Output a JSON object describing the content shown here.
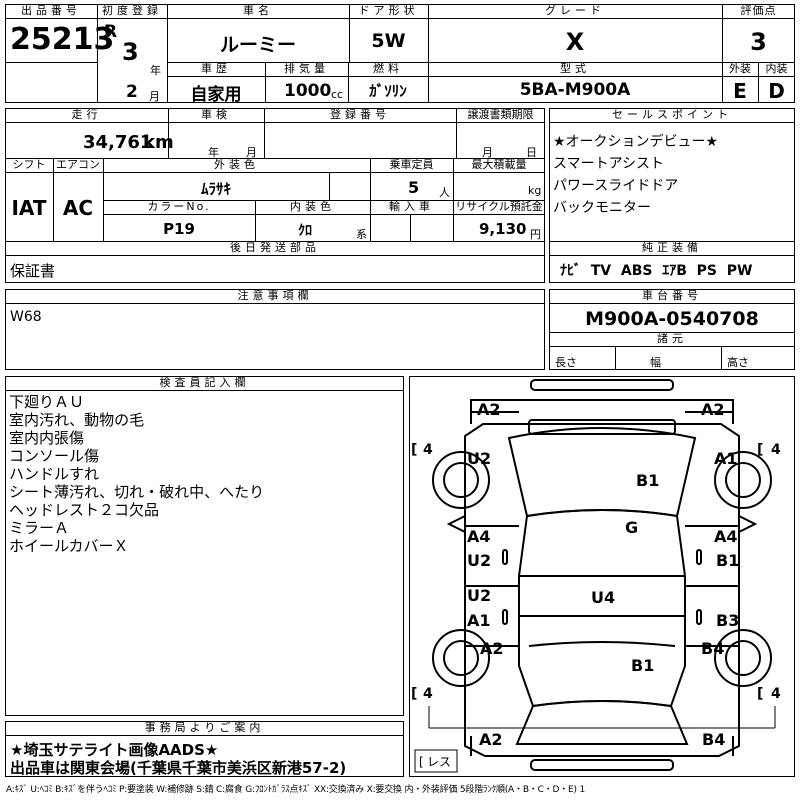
{
  "header": {
    "lot_label": "出品番号",
    "lot_number": "25213",
    "reg_label": "初度登録",
    "era": "R",
    "reg_year": "3",
    "year_unit": "年",
    "reg_month": "2",
    "month_unit": "月",
    "name_label": "車名",
    "name": "ルーミー",
    "door_label": "ドア形状",
    "door": "5W",
    "grade_label": "グレード",
    "grade": "X",
    "score_label": "評価点",
    "score": "3",
    "history_label": "車歴",
    "history": "自家用",
    "cc_label": "排気量",
    "cc": "1000",
    "cc_unit": "cc",
    "fuel_label": "燃料",
    "fuel": "ｶﾞｿﾘﾝ",
    "model_label": "型式",
    "model": "5BA-M900A",
    "ext_label": "外装",
    "ext_score": "E",
    "int_label": "内装",
    "int_score": "D"
  },
  "row2": {
    "mileage_label": "走行",
    "mileage": "34,761",
    "mileage_unit": "km",
    "inspection_label": "車検",
    "year_unit": "年",
    "month_unit": "月",
    "plate_label": "登録番号",
    "transfer_label": "譲渡書類期限",
    "transfer_month_unit": "月",
    "transfer_day_unit": "日",
    "shift_label": "シフト",
    "shift": "IAT",
    "ac_label": "エアコン",
    "ac": "AC",
    "color_label": "外装色",
    "color": "ﾑﾗｻｷ",
    "seats_label": "乗車定員",
    "seats": "5",
    "seats_unit": "人",
    "load_label": "最大積載量",
    "load_unit": "kg",
    "color_no_label": "カラーNo.",
    "color_no": "P19",
    "interior_label": "内装色",
    "interior": "ｸﾛ",
    "interior_unit": "系",
    "import_label": "輸入車",
    "recycle_label": "リサイクル預託金",
    "recycle": "9,130",
    "recycle_unit": "円",
    "later_label": "後日発送部品",
    "later": "保証書"
  },
  "sales": {
    "label": "セールスポイント",
    "items": [
      "★オークションデビュー★",
      "スマートアシスト",
      "パワースライドドア",
      "バックモニター"
    ]
  },
  "equipment": {
    "label": "純正装備",
    "value": "ﾅﾋﾞ  TV  ABS  ｴｱB  PS  PW"
  },
  "notes": {
    "label": "注意事項欄",
    "value": "W68"
  },
  "chassis": {
    "label": "車台番号",
    "value": "M900A-0540708",
    "spec_label": "諸元",
    "length_label": "長さ",
    "width_label": "幅",
    "height_label": "高さ"
  },
  "inspector": {
    "label": "検査員記入欄",
    "lines": [
      "下廻りＡＵ",
      "室内汚れ、動物の毛",
      "室内内張傷",
      "コンソール傷",
      "ハンドルすれ",
      "シート薄汚れ、切れ・破れ中、へたり",
      "ヘッドレスト２コ欠品",
      "ミラーＡ",
      "ホイールカバーＸ"
    ]
  },
  "office": {
    "label": "事務局よりご案内",
    "line1": "★埼玉サテライト画像AADS★",
    "line2": "出品車は関東会場(千葉県千葉市美浜区新港57-2)"
  },
  "diagram": {
    "marks": {
      "front_left": "A2",
      "front_right": "A2",
      "left_front_fender": "U2",
      "right_front_fender": "A1",
      "bonnet": "B1",
      "roof": "G",
      "left_front_door_a": "A4",
      "left_front_door_b": "U2",
      "right_front_door_a": "A4",
      "right_front_door_b": "B1",
      "left_rear_door_a": "U2",
      "left_rear_door_b": "A1",
      "right_rear_door": "B3",
      "floor": "U4",
      "left_rear_fender": "A2",
      "right_rear_fender": "B4",
      "trunk": "B1",
      "rear_left": "A2",
      "rear_right": "B4"
    },
    "tires": {
      "fl": "4",
      "fr": "4",
      "rl": "4",
      "rr": "4"
    },
    "spare": "レス"
  },
  "legend": "A:ｷｽﾞ  U:ﾍｺﾐ  B:ｷｽﾞを伴うﾍｺﾐ  P:要塗装  W:補修跡  S:錆  C:腐食  G:ﾌﾛﾝﾄｶﾞﾗｽ点ｷｽﾞ  XX:交換済み  X:要交換   内・外装評価   5段階ﾗﾝｸ順(A・B・C・D・E) 1"
}
